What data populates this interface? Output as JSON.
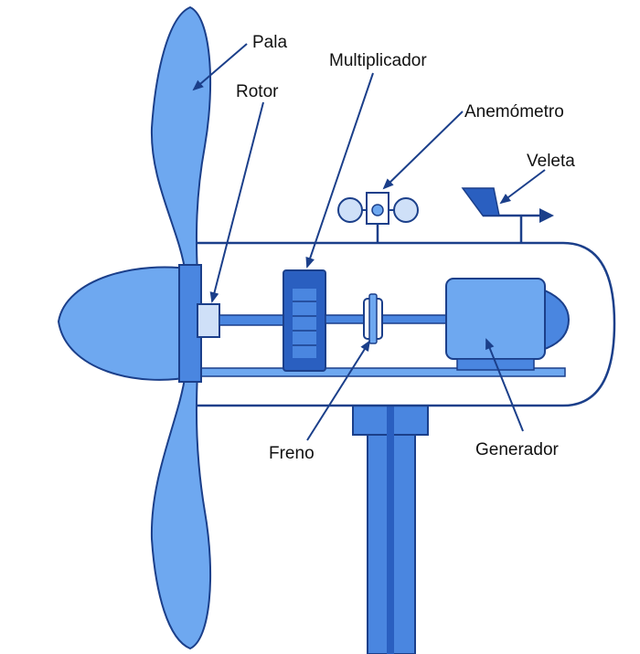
{
  "labels": {
    "pala": "Pala",
    "rotor": "Rotor",
    "multiplicador": "Multiplicador",
    "anemometro": "Anemómetro",
    "veleta": "Veleta",
    "freno": "Freno",
    "generador": "Generador"
  },
  "colors": {
    "fill_light": "#6ea8f0",
    "fill_mid": "#4a86e0",
    "fill_dark": "#2a5fc0",
    "outline": "#1b3f8a",
    "nacelle_fill": "#ffffff"
  }
}
